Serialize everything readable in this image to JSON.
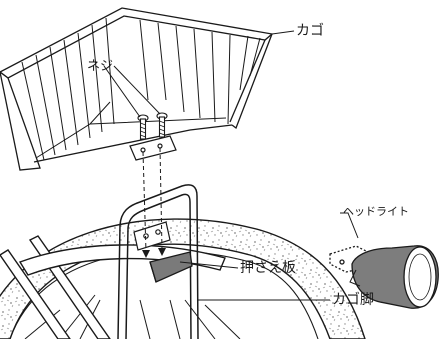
{
  "labels": {
    "basket": "カゴ",
    "screw": "ネジ",
    "headlight": "ヘッドライト",
    "press_plate": "押さえ板",
    "basket_leg": "カゴ脚"
  }
}
